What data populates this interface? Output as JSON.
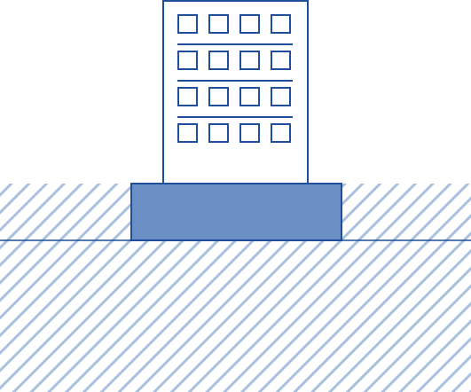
{
  "diagram": {
    "subject": "building-on-foundation",
    "colors": {
      "outline": "#1f4e9a",
      "hatch": "#a9c1df",
      "foundation_fill": "#6a8fc4",
      "building_fill": "#ffffff",
      "background": "#ffffff"
    },
    "building": {
      "window_rows": 4,
      "window_cols": 4
    }
  }
}
